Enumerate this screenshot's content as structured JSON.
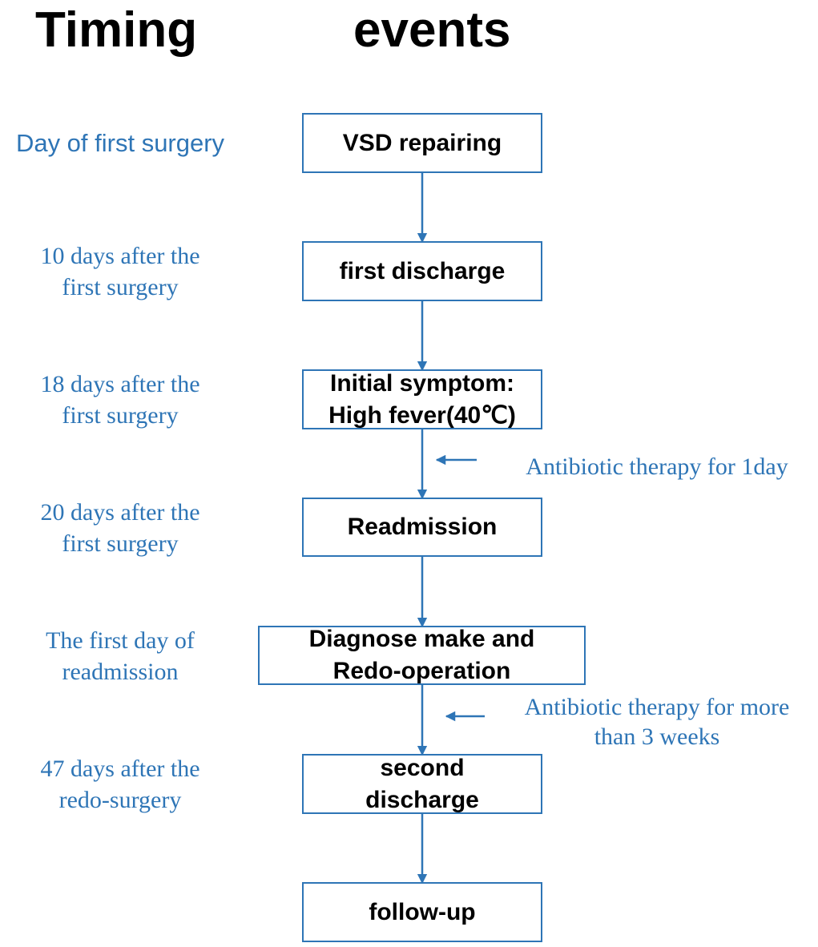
{
  "headers": {
    "timing": "Timing",
    "events": "events"
  },
  "colors": {
    "accent": "#2e75b6",
    "text": "#000000"
  },
  "steps": [
    {
      "timing": [
        "Day of first surgery"
      ],
      "event": [
        "VSD repairing"
      ]
    },
    {
      "timing": [
        "10 days after the",
        "first surgery"
      ],
      "event": [
        "first discharge"
      ]
    },
    {
      "timing": [
        "18 days after the",
        "first surgery"
      ],
      "event": [
        "Initial symptom:",
        "High fever(40℃)"
      ]
    },
    {
      "timing": [
        "20 days after the",
        "first surgery"
      ],
      "event": [
        "Readmission"
      ]
    },
    {
      "timing": [
        "The first day of",
        "readmission"
      ],
      "event": [
        "Diagnose make and",
        "Redo-operation"
      ]
    },
    {
      "timing": [
        "47 days after the",
        "redo-surgery"
      ],
      "event": [
        "second",
        "discharge"
      ]
    },
    {
      "timing": [],
      "event": [
        "follow-up"
      ]
    }
  ],
  "notes": [
    {
      "lines": [
        "Antibiotic therapy for 1day"
      ]
    },
    {
      "lines": [
        "Antibiotic therapy for more",
        "than 3 weeks"
      ]
    }
  ]
}
